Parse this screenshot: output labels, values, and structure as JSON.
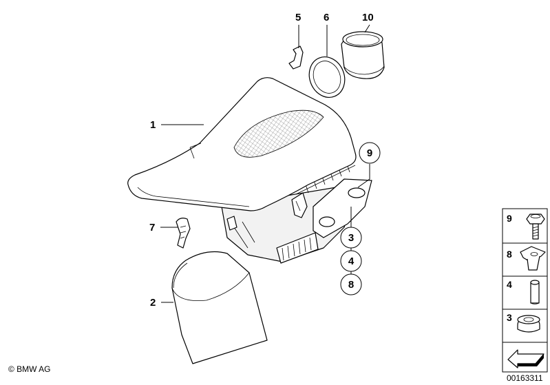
{
  "callouts": {
    "c1": "1",
    "c2": "2",
    "c3": "3",
    "c4": "4",
    "c5": "5",
    "c6": "6",
    "c7": "7",
    "c8": "8",
    "c9": "9",
    "c10": "10"
  },
  "legend": {
    "items": [
      {
        "number": "9",
        "part": "bolt"
      },
      {
        "number": "8",
        "part": "clip-nut"
      },
      {
        "number": "4",
        "part": "bushing"
      },
      {
        "number": "3",
        "part": "grommet"
      }
    ],
    "arrow_icon": "arrow-icon"
  },
  "footer": {
    "copyright": "© BMW AG",
    "diagram_id": "00163311"
  },
  "colors": {
    "line": "#000000",
    "background": "#ffffff"
  }
}
